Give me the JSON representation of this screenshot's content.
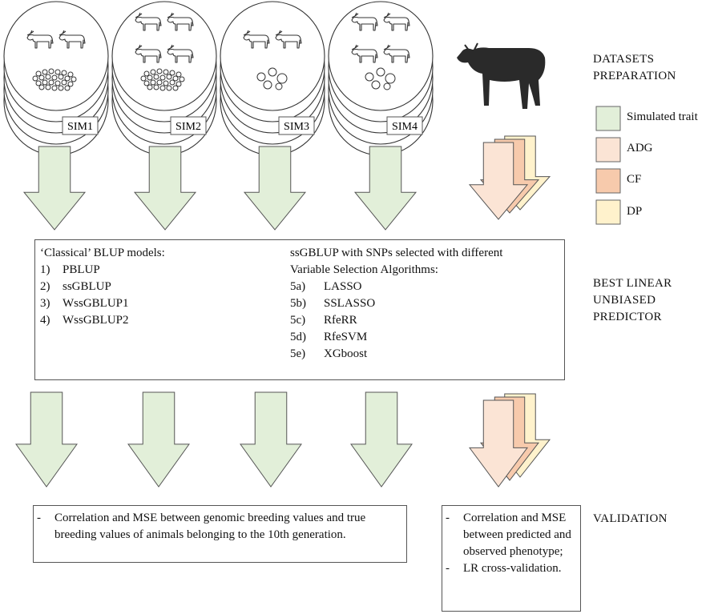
{
  "simulations": [
    {
      "label": "SIM1",
      "cows": 2,
      "dots": "many-small"
    },
    {
      "label": "SIM2",
      "cows": 4,
      "dots": "many-small"
    },
    {
      "label": "SIM3",
      "cows": 2,
      "dots": "few-large"
    },
    {
      "label": "SIM4",
      "cows": 4,
      "dots": "few-large"
    }
  ],
  "sections": {
    "datasets": "DATASETS\nPREPARATION",
    "blup": "BEST LINEAR\nUNBIASED\nPREDICTOR",
    "validation": "VALIDATION"
  },
  "legend": [
    {
      "label": "Simulated trait",
      "color": "#e2efd9"
    },
    {
      "label": "ADG",
      "color": "#fbe4d5"
    },
    {
      "label": "CF",
      "color": "#f7caac"
    },
    {
      "label": "DP",
      "color": "#fff2cc"
    }
  ],
  "blup_box": {
    "left_title": "‘Classical’ BLUP models:",
    "left_items": [
      {
        "num": "1)",
        "text": "PBLUP"
      },
      {
        "num": "2)",
        "text": "ssGBLUP"
      },
      {
        "num": "3)",
        "text": "WssGBLUP1"
      },
      {
        "num": "4)",
        "text": "WssGBLUP2"
      }
    ],
    "right_title_1": "ssGBLUP with SNPs selected with different",
    "right_title_2": "Variable Selection Algorithms:",
    "right_items": [
      {
        "num": "5a)",
        "text": "LASSO"
      },
      {
        "num": "5b)",
        "text": "SSLASSO"
      },
      {
        "num": "5c)",
        "text": "RfeRR"
      },
      {
        "num": "5d)",
        "text": "RfeSVM"
      },
      {
        "num": "5e)",
        "text": "XGboost"
      }
    ]
  },
  "validation_left": {
    "dash": "-",
    "text": "Correlation and MSE between genomic breeding values and true breeding values of animals belonging to the 10th generation."
  },
  "validation_right": {
    "items": [
      {
        "dash": "-",
        "text": "Correlation and MSE between predicted and observed phenotype;"
      },
      {
        "dash": "-",
        "text": "LR cross-validation."
      }
    ]
  },
  "colors": {
    "green": "#e2efd9",
    "adg": "#fbe4d5",
    "cf": "#f7caac",
    "dp": "#fff2cc",
    "outline": "#555555"
  }
}
